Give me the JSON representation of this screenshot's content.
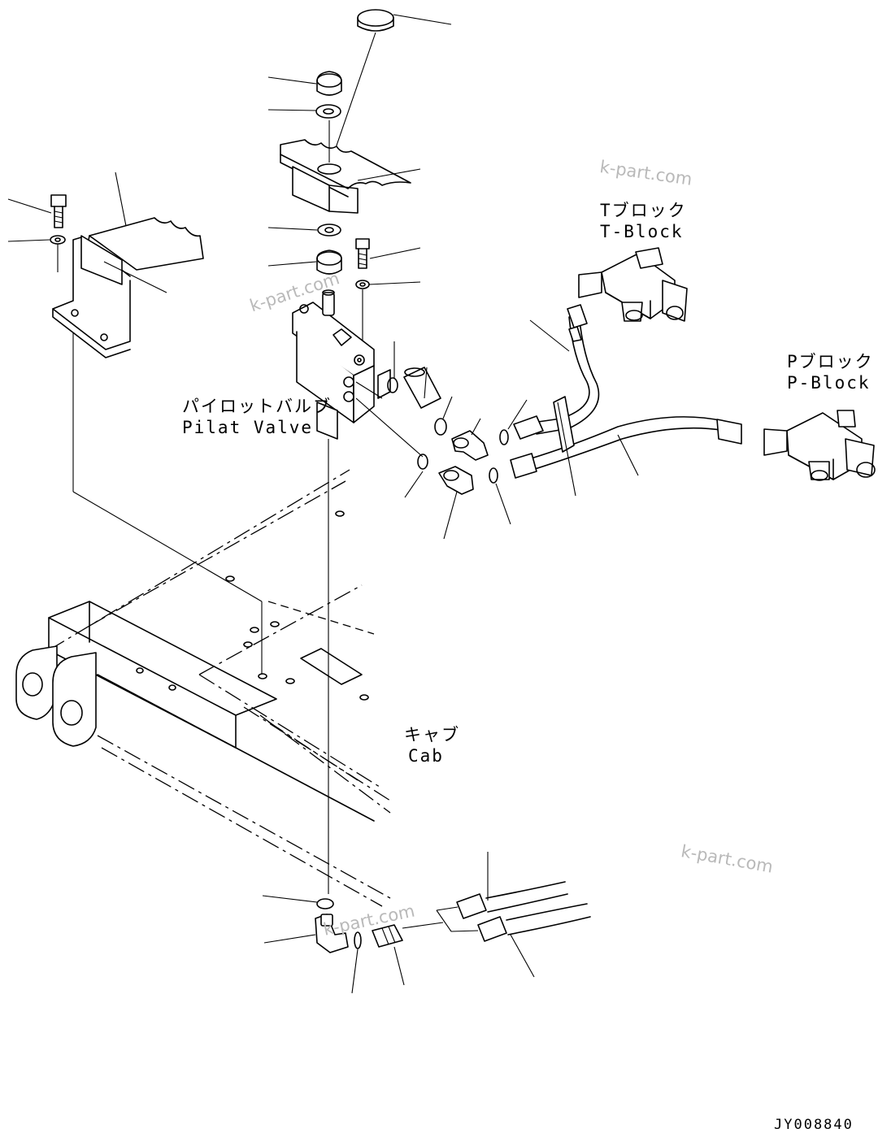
{
  "labels": {
    "t_block_jp": "Tブロック",
    "t_block_en": "T-Block",
    "p_block_jp": "Pブロック",
    "p_block_en": "P-Block",
    "pilot_valve_jp": "パイロットバルブ",
    "pilot_valve_en": "Pilat Valve",
    "cab_jp": "キャブ",
    "cab_en": "Cab"
  },
  "watermarks": [
    "k-part.com",
    "k-part.com",
    "k-part.com",
    "k-part.com"
  ],
  "drawing_code": "JY008840",
  "colors": {
    "line": "#000000",
    "watermark": "#b9b9b9",
    "background": "#ffffff"
  }
}
